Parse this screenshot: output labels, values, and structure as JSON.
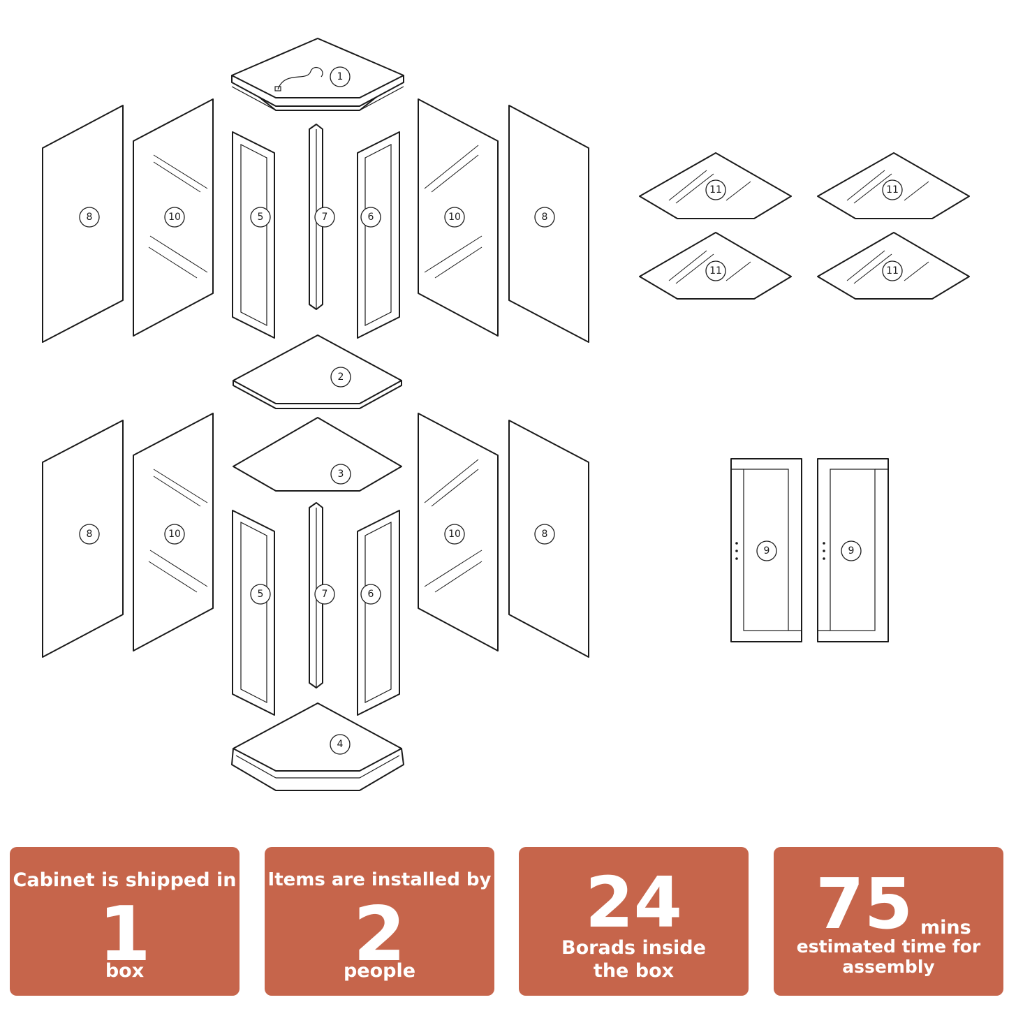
{
  "parts": {
    "top_crown": "1",
    "mid_shelf": "2",
    "lower_top": "3",
    "base": "4",
    "left_frame": "5",
    "right_frame": "6",
    "center_post": "7",
    "side_panel": "8",
    "door": "9",
    "glass_panel": "10",
    "glass_shelf": "11"
  },
  "stats": [
    {
      "top": "Cabinet is shipped in",
      "number": "1",
      "bottom": "box"
    },
    {
      "top": "Items are installed by",
      "number": "2",
      "bottom": "people"
    },
    {
      "number": "24",
      "line1": "Borads inside",
      "line2": "the box"
    },
    {
      "number": "75",
      "unit": "mins",
      "line1": "estimated time for",
      "line2": "assembly"
    }
  ],
  "colors": {
    "card": "#c6654b",
    "line": "#1a1a1a"
  }
}
